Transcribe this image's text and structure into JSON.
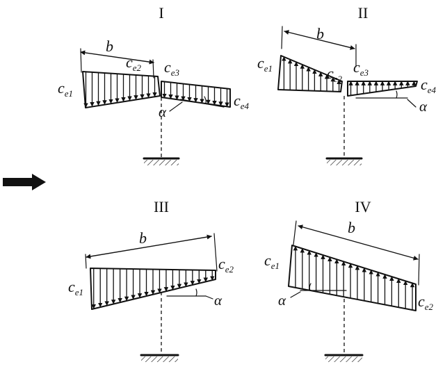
{
  "panels": [
    {
      "id": "I",
      "title": "I",
      "b": "b",
      "alpha": "α",
      "loads": [
        {
          "base": "c",
          "sub": "e1"
        },
        {
          "base": "c",
          "sub": "e2"
        },
        {
          "base": "c",
          "sub": "e3"
        },
        {
          "base": "c",
          "sub": "e4"
        }
      ]
    },
    {
      "id": "II",
      "title": "II",
      "b": "b",
      "alpha": "α",
      "loads": [
        {
          "base": "c",
          "sub": "e1"
        },
        {
          "base": "c",
          "sub": "e2"
        },
        {
          "base": "c",
          "sub": "e3"
        },
        {
          "base": "c",
          "sub": "e4"
        }
      ]
    },
    {
      "id": "III",
      "title": "III",
      "b": "b",
      "alpha": "α",
      "loads": [
        {
          "base": "c",
          "sub": "e1"
        },
        {
          "base": "c",
          "sub": "e2"
        }
      ]
    },
    {
      "id": "IV",
      "title": "IV",
      "b": "b",
      "alpha": "α",
      "loads": [
        {
          "base": "c",
          "sub": "e1"
        },
        {
          "base": "c",
          "sub": "e2"
        }
      ]
    }
  ]
}
